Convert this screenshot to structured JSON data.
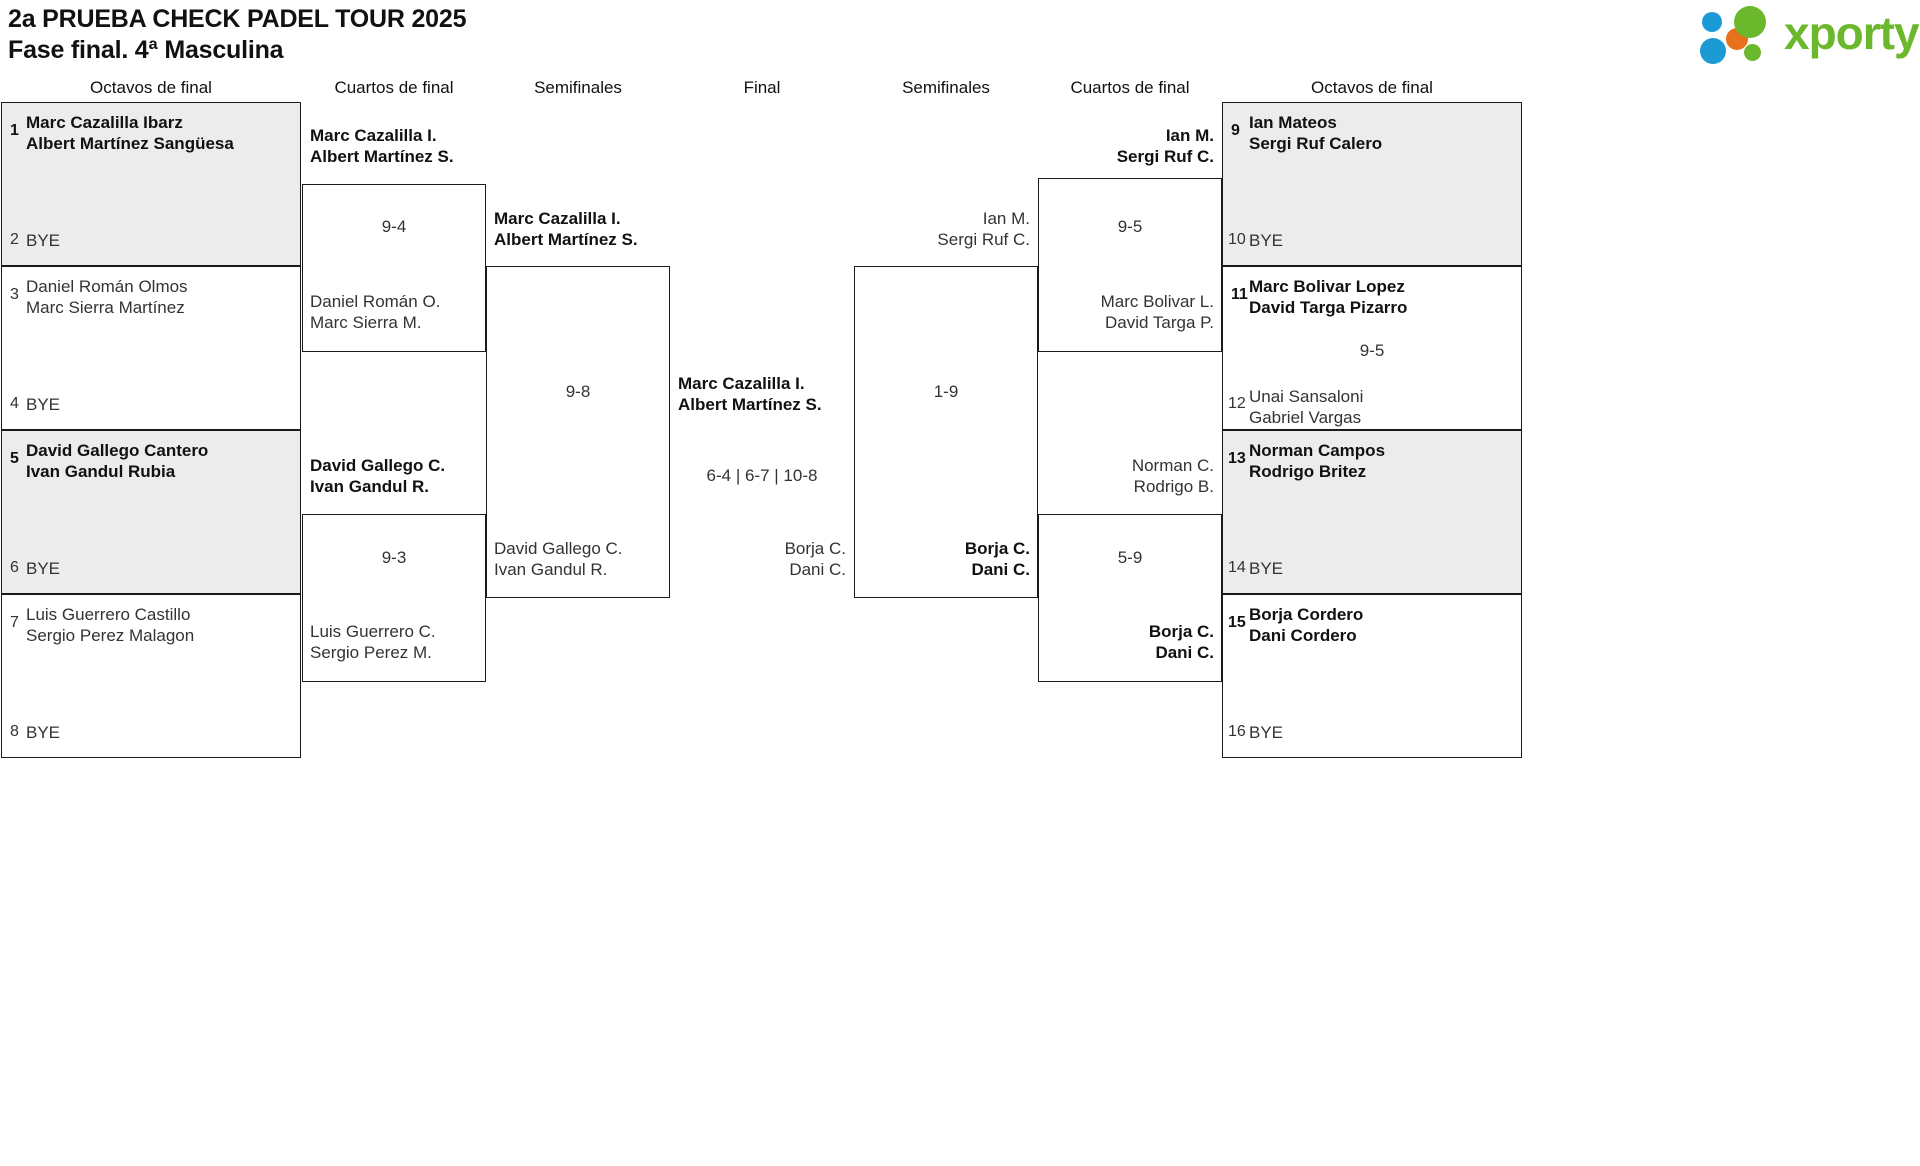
{
  "header": {
    "title_line1": "2a PRUEBA CHECK PADEL TOUR 2025",
    "title_line2": "Fase final. 4ª Masculina",
    "logo_text": "xporty",
    "logo_colors": {
      "green": "#6cb82c",
      "blue": "#1b9ad6",
      "orange": "#e8701a"
    }
  },
  "round_headers": {
    "r1_left": "Octavos de final",
    "r2_left": "Cuartos de final",
    "r3_left": "Semifinales",
    "final": "Final",
    "r3_right": "Semifinales",
    "r2_right": "Cuartos de final",
    "r1_right": "Octavos de final"
  },
  "bye_label": "BYE",
  "left": {
    "octavos": [
      {
        "seed": "1",
        "p1": "Marc Cazalilla Ibarz",
        "p2": "Albert Martínez Sangüesa",
        "winner": true
      },
      {
        "seed": "2",
        "p1": "BYE",
        "p2": "",
        "winner": false
      },
      {
        "seed": "3",
        "p1": "Daniel Román Olmos",
        "p2": "Marc Sierra Martínez",
        "winner": true
      },
      {
        "seed": "4",
        "p1": "BYE",
        "p2": "",
        "winner": false
      },
      {
        "seed": "5",
        "p1": "David Gallego Cantero",
        "p2": "Ivan Gandul Rubia",
        "winner": true
      },
      {
        "seed": "6",
        "p1": "BYE",
        "p2": "",
        "winner": false
      },
      {
        "seed": "7",
        "p1": "Luis Guerrero Castillo",
        "p2": "Sergio Perez Malagon",
        "winner": true
      },
      {
        "seed": "8",
        "p1": "BYE",
        "p2": "",
        "winner": false
      }
    ],
    "cuartos": [
      {
        "winner_p1": "Marc Cazalilla I.",
        "winner_p2": "Albert Martínez S.",
        "score": "9-4",
        "loser_p1": "Daniel Román O.",
        "loser_p2": "Marc Sierra M."
      },
      {
        "winner_p1": "David Gallego C.",
        "winner_p2": "Ivan Gandul R.",
        "score": "9-3",
        "loser_p1": "Luis Guerrero C.",
        "loser_p2": "Sergio Perez M."
      }
    ],
    "semifinal": {
      "winner_p1": "Marc Cazalilla I.",
      "winner_p2": "Albert Martínez S.",
      "score": "9-8",
      "loser_p1": "David Gallego C.",
      "loser_p2": "Ivan Gandul R."
    }
  },
  "final": {
    "winner_p1": "Marc Cazalilla I.",
    "winner_p2": "Albert Martínez S.",
    "score": "6-4 | 6-7 | 10-8",
    "loser_p1": "Borja C.",
    "loser_p2": "Dani C."
  },
  "right": {
    "semifinal": {
      "loser_p1": "Ian M.",
      "loser_p2": "Sergi Ruf C.",
      "score": "1-9",
      "winner_p1": "Borja C.",
      "winner_p2": "Dani C."
    },
    "cuartos": [
      {
        "winner_p1": "Ian M.",
        "winner_p2": "Sergi Ruf C.",
        "score": "9-5",
        "loser_p1": "Marc Bolivar L.",
        "loser_p2": "David Targa P."
      },
      {
        "loser_p1": "Norman C.",
        "loser_p2": "Rodrigo B.",
        "score": "5-9",
        "winner_p1": "Borja C.",
        "winner_p2": "Dani C."
      }
    ],
    "octavos": [
      {
        "seed": "9",
        "p1": "Ian Mateos",
        "p2": "Sergi Ruf Calero",
        "winner": true
      },
      {
        "seed": "10",
        "p1": "BYE",
        "p2": "",
        "winner": false
      },
      {
        "seed": "11",
        "p1": "Marc Bolivar Lopez",
        "p2": "David Targa Pizarro",
        "winner": true
      },
      {
        "seed": "12",
        "p1": "Unai Sansaloni",
        "p2": "Gabriel Vargas",
        "winner": false
      },
      {
        "seed": "13",
        "p1": "Norman Campos",
        "p2": "Rodrigo Britez",
        "winner": true
      },
      {
        "seed": "14",
        "p1": "BYE",
        "p2": "",
        "winner": false
      },
      {
        "seed": "15",
        "p1": "Borja Cordero",
        "p2": "Dani Cordero",
        "winner": true
      },
      {
        "seed": "16",
        "p1": "BYE",
        "p2": "",
        "winner": false
      }
    ],
    "octavos_score_11_12": "9-5"
  }
}
